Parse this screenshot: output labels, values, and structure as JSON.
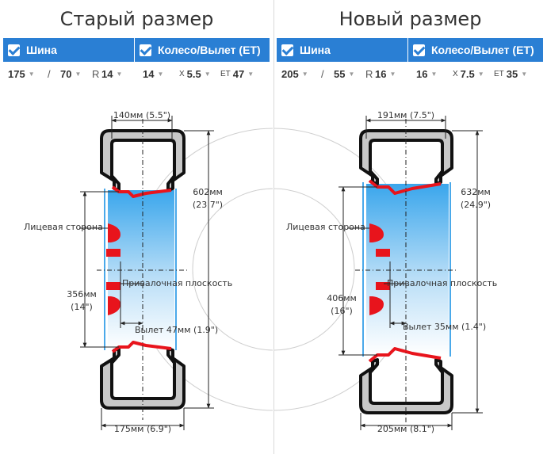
{
  "panels": [
    {
      "title": "Старый размер",
      "tire_header": "Шина",
      "wheel_header": "Колесо/Вылет (ET)",
      "tire_width": "175",
      "tire_sep": "/",
      "tire_profile": "70",
      "tire_r_label": "R",
      "tire_radius": "14",
      "wheel_width": "14",
      "wheel_x_label": "X",
      "wheel_rim": "5.5",
      "wheel_et_label": "ET",
      "wheel_et": "47",
      "top_width_label": "140мм (5.5\")",
      "diameter_label_1": "602мм",
      "diameter_label_2": "(23.7\")",
      "face_label": "Лицевая сторона",
      "mount_label": "Привалочная плоскость",
      "rim_label_1": "356мм",
      "rim_label_2": "(14\")",
      "offset_label": "Вылет 47мм (1.9\")",
      "bottom_width_label": "175мм (6.9\")"
    },
    {
      "title": "Новый размер",
      "tire_header": "Шина",
      "wheel_header": "Колесо/Вылет (ET)",
      "tire_width": "205",
      "tire_sep": "/",
      "tire_profile": "55",
      "tire_r_label": "R",
      "tire_radius": "16",
      "wheel_width": "16",
      "wheel_x_label": "X",
      "wheel_rim": "7.5",
      "wheel_et_label": "ET",
      "wheel_et": "35",
      "top_width_label": "191мм (7.5\")",
      "diameter_label_1": "632мм",
      "diameter_label_2": "(24.9\")",
      "face_label": "Лицевая сторона",
      "mount_label": "Привалочная плоскость",
      "rim_label_1": "406мм",
      "rim_label_2": "(16\")",
      "offset_label": "Вылет 35мм (1.4\")",
      "bottom_width_label": "205мм (8.1\")"
    }
  ],
  "colors": {
    "header_blue": "#2a7fd4",
    "rim_red": "#e8141c",
    "tire_gray": "#c8c8c8",
    "tire_outline": "#111111",
    "rim_blue": "#5ab4ee"
  }
}
